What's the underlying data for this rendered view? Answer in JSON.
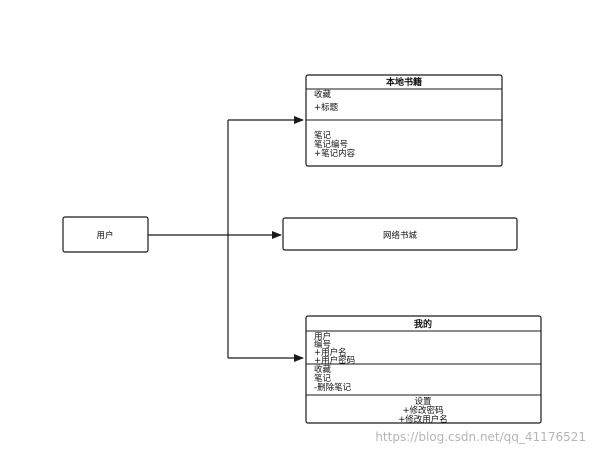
{
  "nodes": {
    "user": {
      "label": "用户"
    },
    "local_books": {
      "title": "本地书籍",
      "section1": [
        "收藏",
        "+标题"
      ],
      "section2": [
        "笔记",
        "笔记编号",
        "+笔记内容"
      ]
    },
    "online_store": {
      "label": "网络书城"
    },
    "mine": {
      "title": "我的",
      "section1": [
        "用户",
        "编号",
        "+用户名",
        "+用户密码"
      ],
      "section2": [
        "收藏",
        "笔记",
        "-删除笔记"
      ],
      "section3": [
        "设置",
        "+修改密码",
        "+修改用户名"
      ]
    }
  },
  "edges": [
    {
      "from": "用户",
      "to": "本地书籍"
    },
    {
      "from": "用户",
      "to": "网络书城"
    },
    {
      "from": "用户",
      "to": "我的"
    }
  ],
  "watermark": "https://blog.csdn.net/qq_41176521"
}
